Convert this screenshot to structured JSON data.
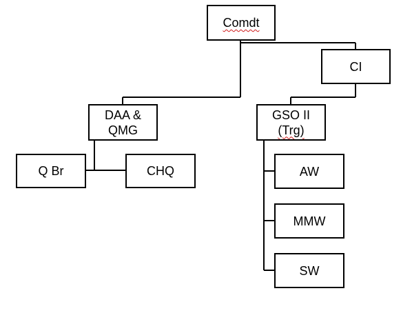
{
  "org_chart": {
    "comdt": "Comdt",
    "ci": "CI",
    "daa_line1": "DAA &",
    "daa_line2": "QMG",
    "gso_line1": "GSO II",
    "gso_line2": "(Trg)",
    "q_br": "Q Br",
    "chq": "CHQ",
    "aw": "AW",
    "mmw": "MMW",
    "sw": "SW"
  },
  "colors": {
    "line": "#000000",
    "box_border": "#000000",
    "spellcheck_underline": "#d01818"
  }
}
